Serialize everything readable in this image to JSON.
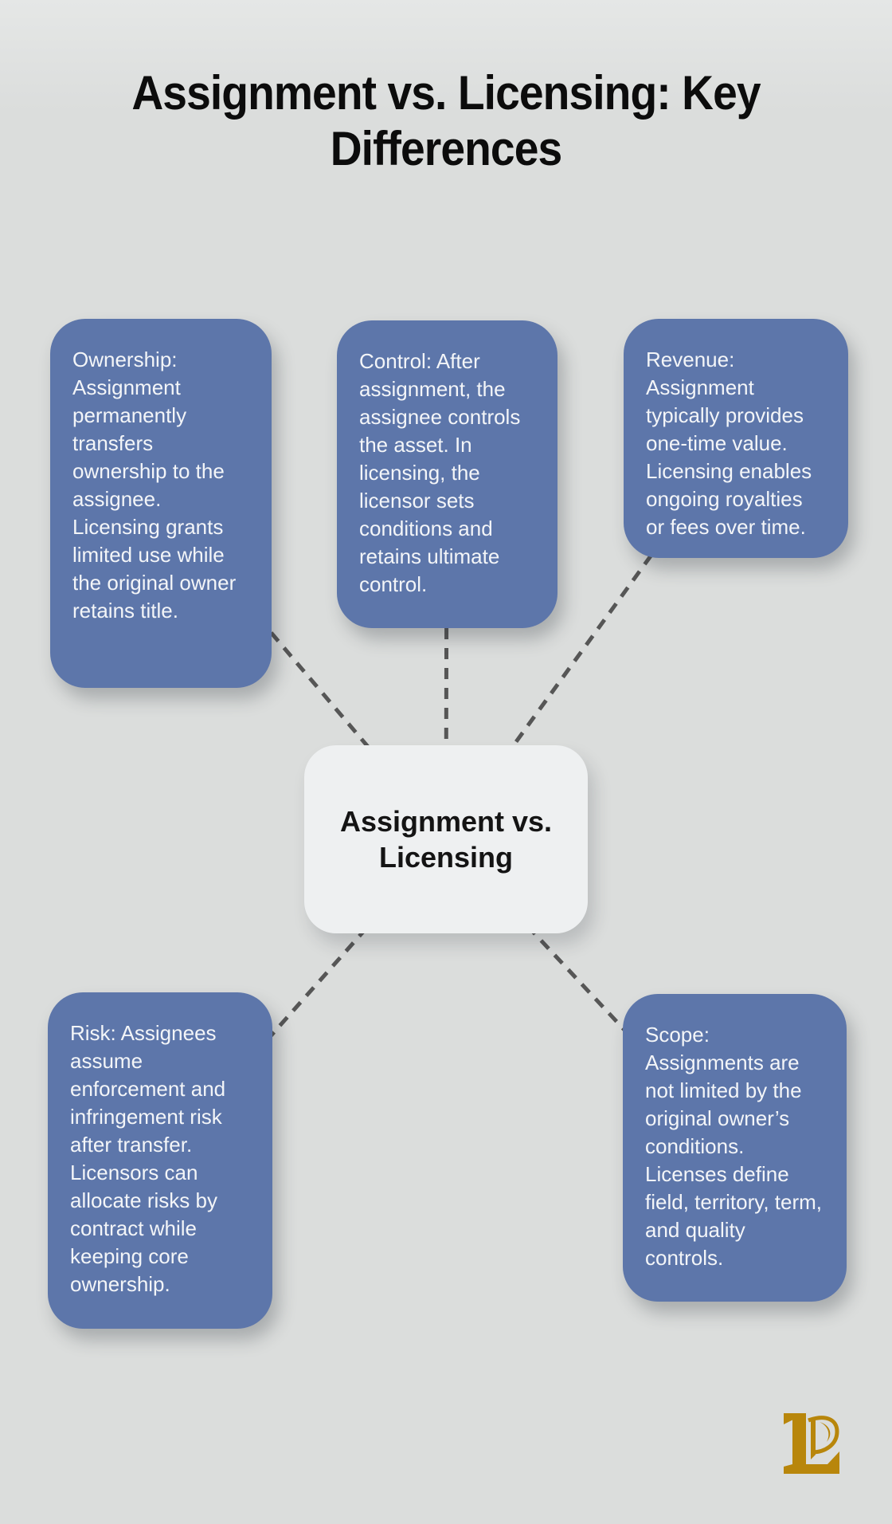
{
  "title": "Assignment vs. Licensing: Key Differences",
  "center_node": {
    "label": "Assignment vs. Licensing"
  },
  "nodes": [
    {
      "id": "ownership",
      "text": "Ownership: Assignment permanently transfers ownership to the assignee. Licensing grants limited use while the original owner retains title."
    },
    {
      "id": "control",
      "text": "Control: After assignment, the assignee controls the asset. In licensing, the licensor sets conditions and retains ultimate control."
    },
    {
      "id": "revenue",
      "text": "Revenue: Assignment typically provides one-time value. Licensing enables ongoing royalties or fees over time."
    },
    {
      "id": "risk",
      "text": "Risk: Assignees assume enforcement and infringement risk after transfer. Licensors can allocate risks by contract while keeping core ownership."
    },
    {
      "id": "scope",
      "text": "Scope: Assignments are not limited by the original owner’s conditions. Licenses define field, territory, term, and quality controls."
    }
  ],
  "colors": {
    "background": "#dbdddc",
    "node_fill": "#5d76aa",
    "node_text": "#f3f5f8",
    "center_fill": "#eef0f1",
    "center_text": "#141414",
    "title_text": "#0c0c0c",
    "connector": "#565656",
    "logo_gold": "#B8860B"
  }
}
